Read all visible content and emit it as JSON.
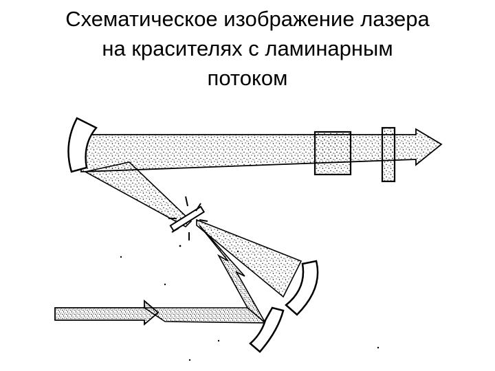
{
  "title": {
    "line1": "Схематическое изображение лазера",
    "line2": "на красителях с ламинарным",
    "line3": "потоком"
  },
  "diagram": {
    "components": [
      "concave-mirror-top-left",
      "output-beam-arrow",
      "intracavity-element-1",
      "intracavity-element-2",
      "dye-jet",
      "concave-mirror-bottom-right",
      "pump-mirror",
      "pump-beam-arrow"
    ],
    "colors": {
      "line": "#000000",
      "background": "#ffffff",
      "beam_dots": "#000000"
    }
  }
}
